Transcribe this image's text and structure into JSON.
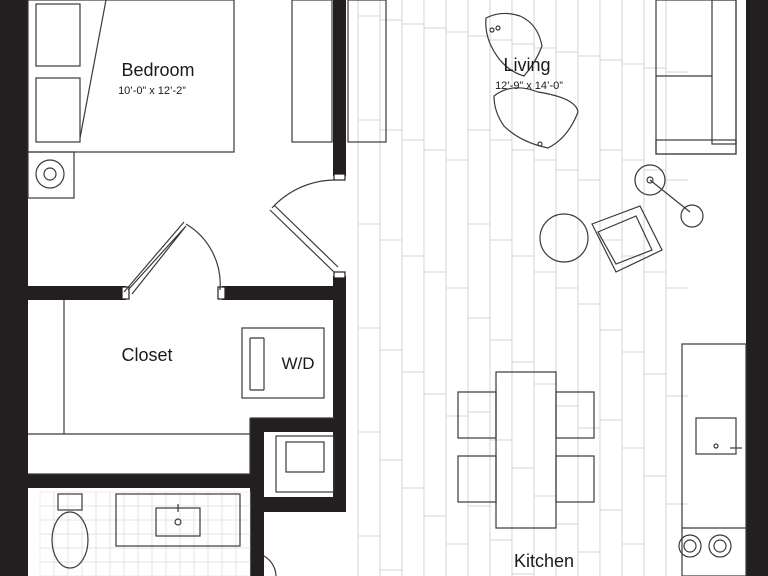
{
  "rooms": {
    "bedroom": {
      "name": "Bedroom",
      "dims": "10’-0” x 12’-2”"
    },
    "living": {
      "name": "Living",
      "dims": "12’-9” x 14’-0”"
    },
    "closet": {
      "name": "Closet"
    },
    "kitchen": {
      "name": "Kitchen"
    }
  },
  "fixtures": {
    "washer_dryer": "W/D"
  },
  "colors": {
    "wall": "#231f20",
    "line": "#3a3a3a",
    "floor_plank": "#c9c9c9",
    "background": "#ffffff"
  }
}
